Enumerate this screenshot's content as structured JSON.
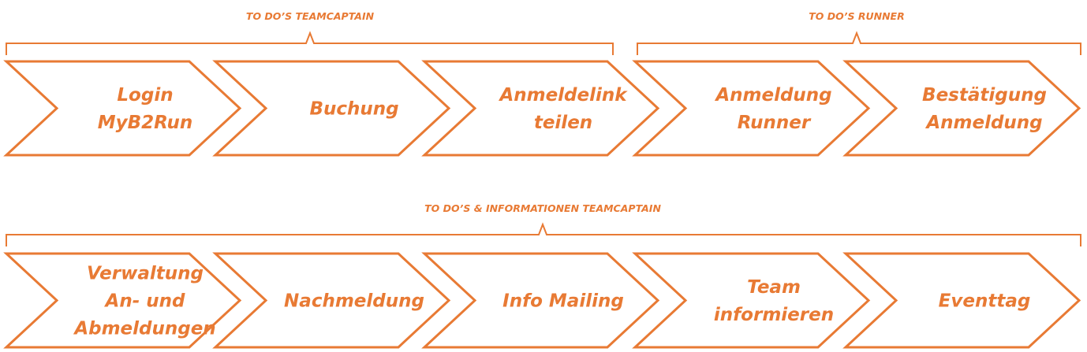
{
  "colors": {
    "accent": "#e87a34",
    "background": "#ffffff"
  },
  "groups": [
    {
      "label": "TO DO’S TEAMCAPTAIN"
    },
    {
      "label": "TO DO’S RUNNER"
    },
    {
      "label": "TO DO’S & INFORMATIONEN TEAMCAPTAIN"
    }
  ],
  "steps_row1": [
    {
      "lines": [
        "Login",
        "MyB2Run"
      ]
    },
    {
      "lines": [
        "Buchung"
      ]
    },
    {
      "lines": [
        "Anmeldelink",
        "teilen"
      ]
    },
    {
      "lines": [
        "Anmeldung",
        "Runner"
      ]
    },
    {
      "lines": [
        "Bestätigung",
        "Anmeldung"
      ]
    }
  ],
  "steps_row2": [
    {
      "lines": [
        "Verwaltung",
        "An- und",
        "Abmeldungen"
      ]
    },
    {
      "lines": [
        "Nachmeldung"
      ]
    },
    {
      "lines": [
        "Info Mailing"
      ]
    },
    {
      "lines": [
        "Team",
        "informieren"
      ]
    },
    {
      "lines": [
        "Eventtag"
      ]
    }
  ]
}
